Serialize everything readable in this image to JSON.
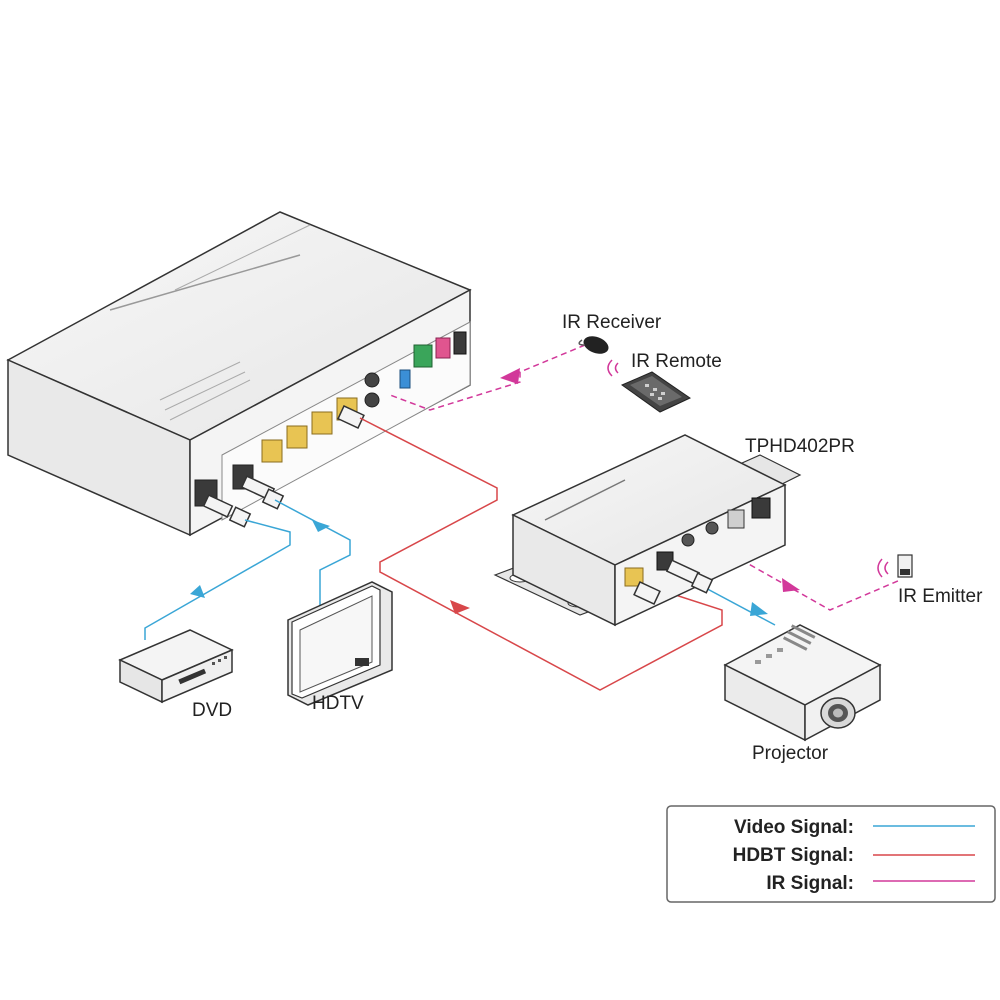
{
  "colors": {
    "video": "#3aa6d6",
    "hdbt": "#d8474a",
    "ir": "#d2389a",
    "device_fill": "#f1f1f1",
    "device_stroke": "#333333",
    "port_yellow": "#e8c453"
  },
  "labels": {
    "ir_receiver": "IR Receiver",
    "ir_remote": "IR Remote",
    "receiver_model": "TPHD402PR",
    "ir_emitter": "IR Emitter",
    "dvd": "DVD",
    "hdtv": "HDTV",
    "projector": "Projector"
  },
  "legend": {
    "items": [
      {
        "label": "Video Signal:",
        "color_key": "video"
      },
      {
        "label": "HDBT  Signal:",
        "color_key": "hdbt"
      },
      {
        "label": "IR Signal:",
        "color_key": "ir"
      }
    ]
  },
  "icons": {
    "transmitter": "hdbaset-transmitter-icon",
    "receiver": "hdbaset-receiver-icon",
    "ir_receiver": "ir-receiver-icon",
    "ir_remote": "ir-remote-icon",
    "ir_emitter": "ir-emitter-icon",
    "dvd": "dvd-player-icon",
    "hdtv": "tv-icon",
    "projector": "projector-icon"
  }
}
